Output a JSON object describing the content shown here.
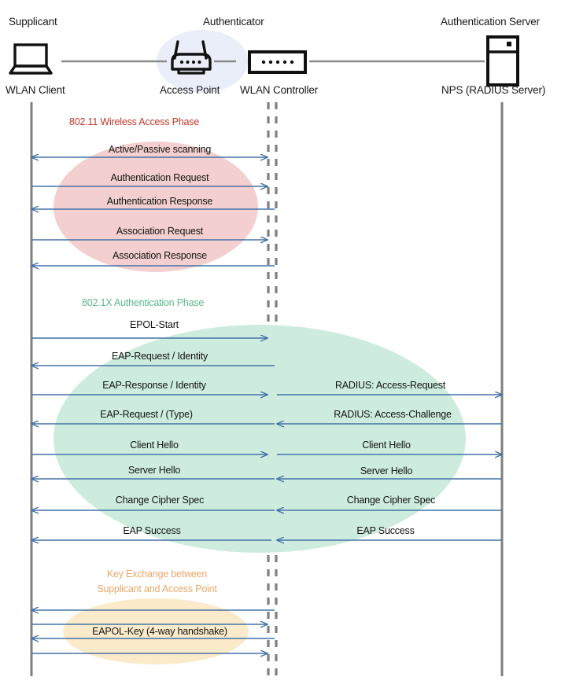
{
  "diagram": {
    "title": "802.1X / WPA2-Enterprise WLAN authentication sequence",
    "colors": {
      "lifeline": "#7f7f7f",
      "arrow": "#4472a8",
      "wireless_phase_text": "#c0392b",
      "wireless_phase_fill": "#f2cdcd",
      "dot1x_phase_text": "#5cb888",
      "dot1x_phase_fill": "#cceedd",
      "key_phase_text": "#e8a868",
      "key_phase_fill": "#fbeccd",
      "authenticator_fill": "#e8edf7",
      "link": "#8a8a8a",
      "icon": "#111111"
    },
    "actors": [
      {
        "id": "supplicant",
        "role": "Supplicant",
        "name": "WLAN Client",
        "icon": "laptop-icon"
      },
      {
        "id": "access-point",
        "role": "Authenticator",
        "name": "Access Point",
        "icon": "wireless-router-icon"
      },
      {
        "id": "wlan-controller",
        "role": "",
        "name": "WLAN Controller",
        "icon": "switch-icon"
      },
      {
        "id": "auth-server",
        "role": "Authentication Server",
        "name": "NPS (RADIUS Server)",
        "icon": "server-icon"
      }
    ],
    "phases": [
      {
        "id": "wireless-access",
        "label": "802.11 Wireless Access Phase",
        "messages": [
          {
            "text": "Active/Passive scanning",
            "dir": "both",
            "side": "left"
          },
          {
            "text": "Authentication Request",
            "dir": "right",
            "side": "left"
          },
          {
            "text": "Authentication Response",
            "dir": "left",
            "side": "left"
          },
          {
            "text": "Association Request",
            "dir": "right",
            "side": "left"
          },
          {
            "text": "Association Response",
            "dir": "left",
            "side": "left"
          }
        ]
      },
      {
        "id": "dot1x-auth",
        "label": "802.1X Authentication Phase",
        "messages": [
          {
            "text": "EPOL-Start",
            "dir": "right",
            "side": "left"
          },
          {
            "text": "EAP-Request / Identity",
            "dir": "left",
            "side": "left"
          },
          {
            "text": "EAP-Response / Identity",
            "dir": "right",
            "side": "left"
          },
          {
            "text": "RADIUS: Access-Request",
            "dir": "right",
            "side": "right"
          },
          {
            "text": "EAP-Request / (Type)",
            "dir": "left",
            "side": "left"
          },
          {
            "text": "RADIUS: Access-Challenge",
            "dir": "left",
            "side": "right"
          },
          {
            "text": "Client Hello",
            "dir": "right",
            "side": "left"
          },
          {
            "text": "Client Hello",
            "dir": "right",
            "side": "right"
          },
          {
            "text": "Server Hello",
            "dir": "left",
            "side": "left"
          },
          {
            "text": "Server Hello",
            "dir": "left",
            "side": "right"
          },
          {
            "text": "Change Cipher Spec",
            "dir": "left",
            "side": "left"
          },
          {
            "text": "Change Cipher Spec",
            "dir": "left",
            "side": "right"
          },
          {
            "text": "EAP Success",
            "dir": "left",
            "side": "left"
          },
          {
            "text": "EAP Success",
            "dir": "left",
            "side": "right"
          }
        ]
      },
      {
        "id": "key-exchange",
        "label": "Key Exchange between\nSupplicant and Access Point",
        "label_line1": "Key Exchange between",
        "label_line2": "Supplicant and Access Point",
        "messages": [
          {
            "text": "",
            "dir": "left",
            "side": "left"
          },
          {
            "text": "",
            "dir": "right",
            "side": "left"
          },
          {
            "text": "EAPOL-Key (4-way handshake)",
            "dir": "left",
            "side": "left"
          },
          {
            "text": "",
            "dir": "right",
            "side": "left"
          }
        ]
      }
    ]
  }
}
